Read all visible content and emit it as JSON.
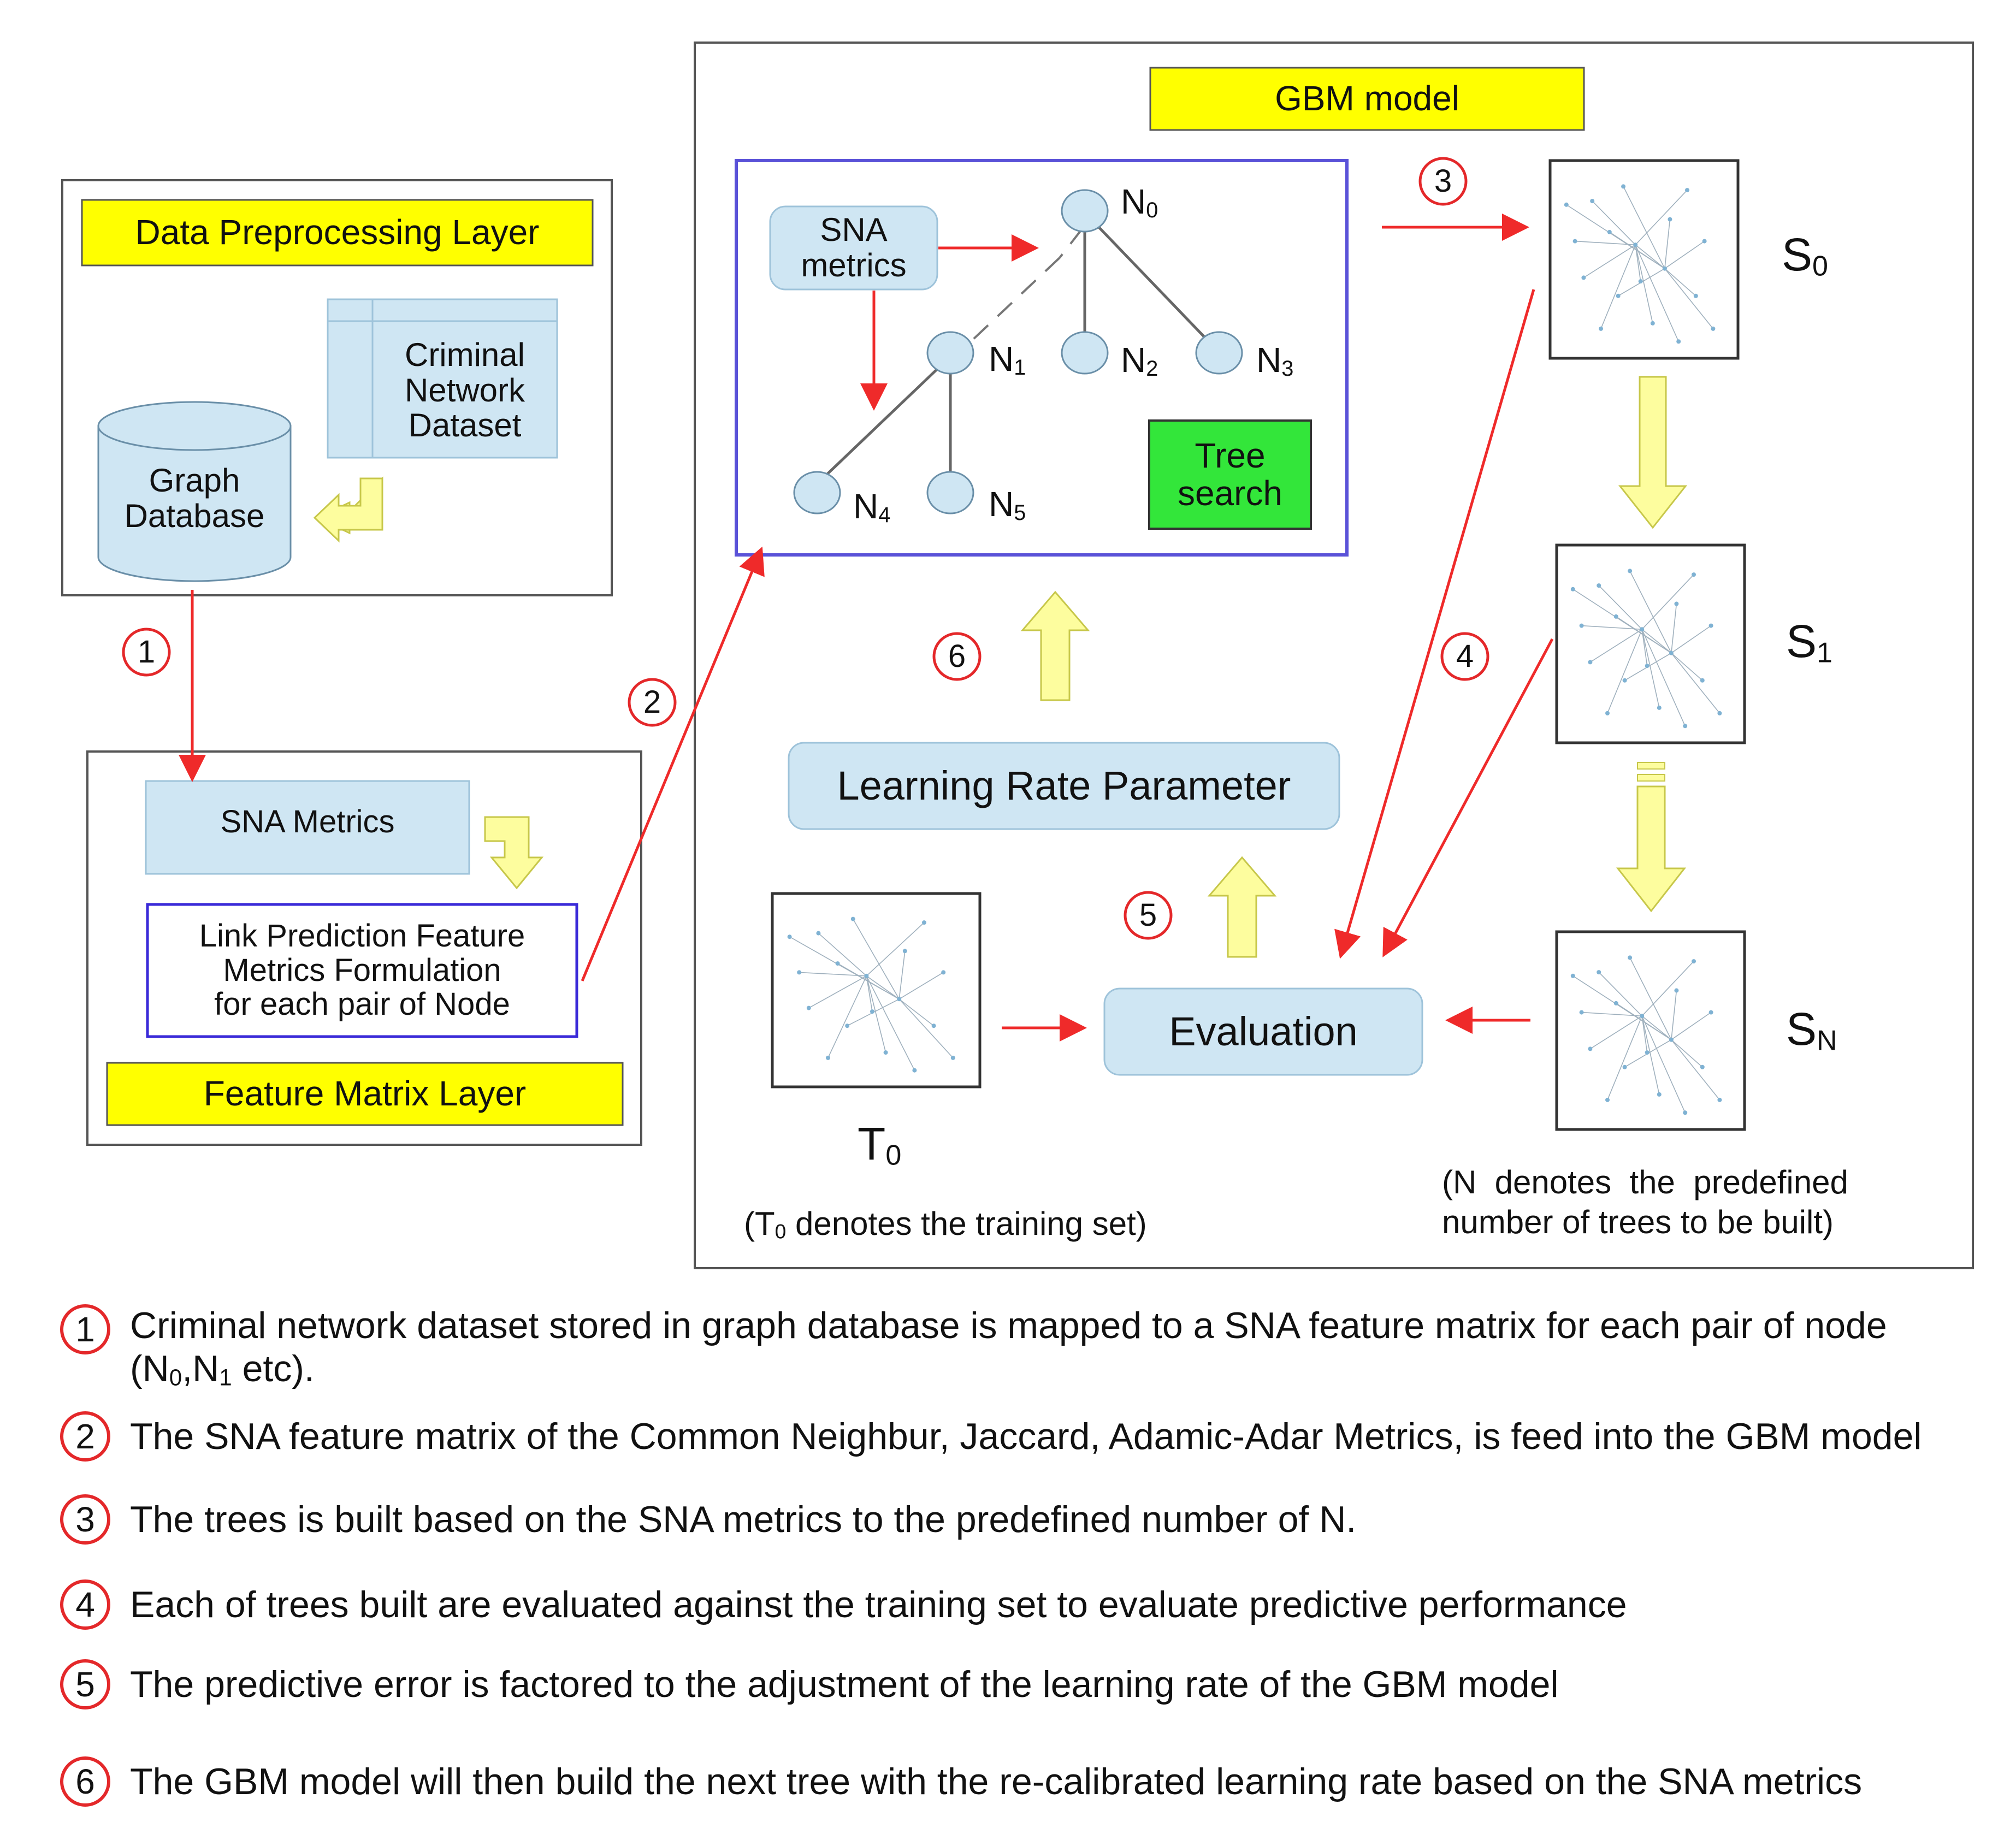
{
  "layers": {
    "data_preprocessing": "Data Preprocessing Layer",
    "feature_matrix": "Feature Matrix Layer"
  },
  "dataset_label": "Criminal\nNetwork\nDataset",
  "graph_db_label": "Graph\nDatabase",
  "sna_metrics_box": "SNA Metrics",
  "link_prediction_box": "Link Prediction Feature\nMetrics Formulation\nfor each pair of Node",
  "gbm": {
    "title": "GBM model",
    "sna_metrics": "SNA\nmetrics",
    "tree_search": "Tree\nsearch",
    "learning_rate": "Learning Rate Parameter",
    "evaluation": "Evaluation",
    "nodes": [
      {
        "base": "N",
        "sub": "0"
      },
      {
        "base": "N",
        "sub": "1"
      },
      {
        "base": "N",
        "sub": "2"
      },
      {
        "base": "N",
        "sub": "3"
      },
      {
        "base": "N",
        "sub": "4"
      },
      {
        "base": "N",
        "sub": "5"
      }
    ],
    "trees": [
      {
        "base": "S",
        "sub": "0"
      },
      {
        "base": "S",
        "sub": "1"
      },
      {
        "base": "S",
        "sub": "N"
      }
    ],
    "training": {
      "base": "T",
      "sub": "0"
    },
    "training_note_pre": "(T",
    "training_note_sub": "0",
    "training_note_post": " denotes the training set)",
    "n_note": "(N  denotes  the  predefined\nnumber of trees to be built)"
  },
  "step_numbers": [
    "1",
    "2",
    "3",
    "4",
    "5",
    "6"
  ],
  "legend": [
    {
      "num": "1",
      "text": "Criminal network dataset stored in graph database is mapped to a SNA feature matrix for each pair of node",
      "line2_pre": "(N",
      "line2_sub1": "0",
      "line2_mid": ",N",
      "line2_sub2": "1",
      "line2_post": " etc)."
    },
    {
      "num": "2",
      "text": "The SNA feature matrix of the Common Neighbur, Jaccard, Adamic-Adar Metrics, is feed into the GBM model"
    },
    {
      "num": "3",
      "text": "The trees is built based on the SNA metrics to the predefined number of N."
    },
    {
      "num": "4",
      "text": "Each of trees built are evaluated against the training set to evaluate predictive performance"
    },
    {
      "num": "5",
      "text": "The predictive error is factored to the adjustment of the learning rate of the GBM model"
    },
    {
      "num": "6",
      "text": "The GBM model will then build the next tree with the re-calibrated learning rate based on the SNA metrics"
    }
  ],
  "colors": {
    "yellow": "#ffff00",
    "light_blue": "#cfe6f3",
    "green": "#33e63a",
    "red_arrow": "#ef2a2a",
    "pale_yellow_arrow": "#fdfd9e",
    "purple_border": "#5a52d8"
  }
}
